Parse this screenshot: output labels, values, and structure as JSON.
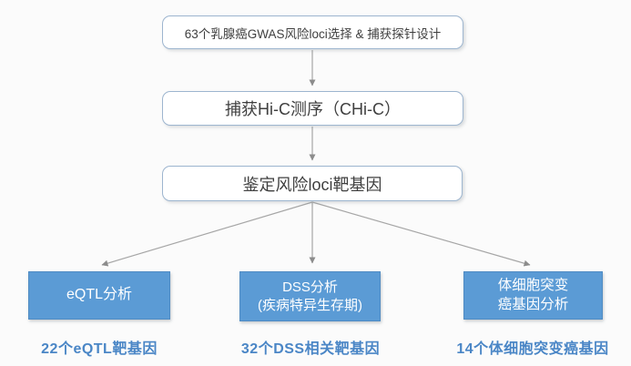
{
  "title": "CHi-C breast cancer GWAS target-gene flowchart",
  "colors": {
    "branch_fill": "#5b9bd5",
    "flow_border": "#9db5cf",
    "arrow": "#a6a6a6",
    "result_text": "#4a86c6",
    "box_text": "#3f3f3f",
    "bg": "#fbfbfb"
  },
  "flow": {
    "step1": "63个乳腺癌GWAS风险loci选择 & 捕获探针设计",
    "step2": "捕获Hi-C测序（CHi-C）",
    "step3": "鉴定风险loci靶基因"
  },
  "branches": [
    {
      "lines": [
        "eQTL分析"
      ],
      "result": "22个eQTL靶基因"
    },
    {
      "lines": [
        "DSS分析",
        "(疾病特异生存期)"
      ],
      "result": "32个DSS相关靶基因"
    },
    {
      "lines": [
        "体细胞突变",
        "癌基因分析"
      ],
      "result": "14个体细胞突变癌基因"
    }
  ]
}
